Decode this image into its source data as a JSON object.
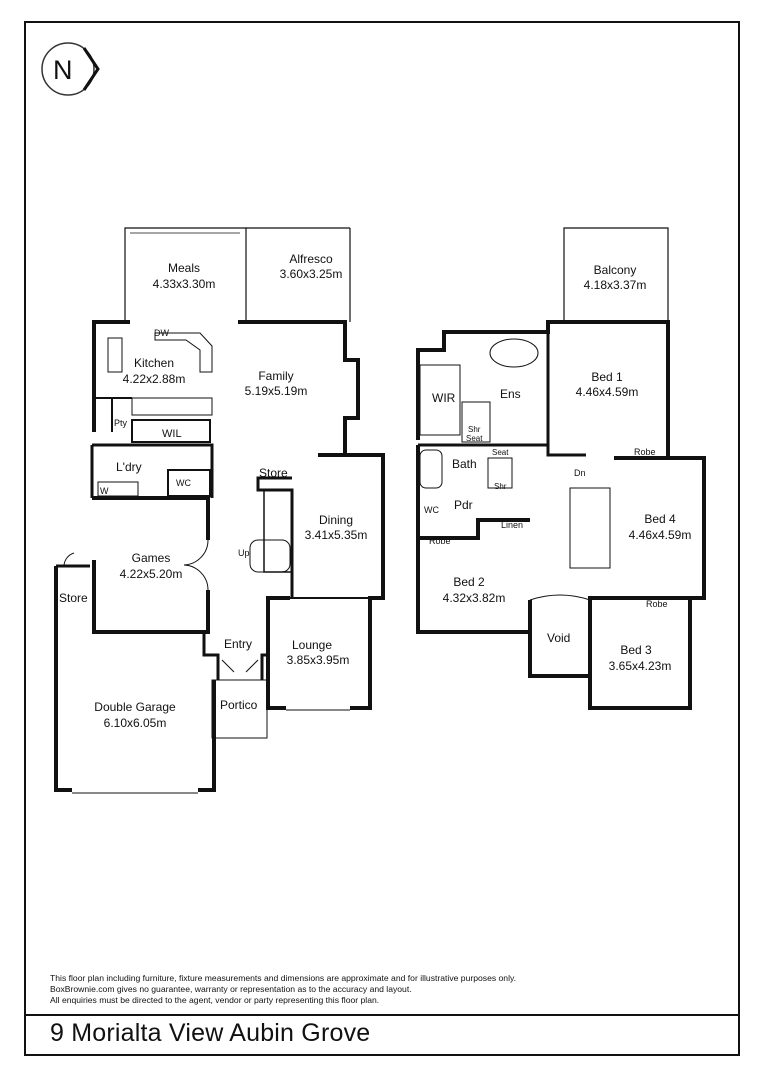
{
  "compass": {
    "letter": "N"
  },
  "rooms": {
    "meals": {
      "name": "Meals",
      "dims": "4.33x3.30m"
    },
    "alfresco": {
      "name": "Alfresco",
      "dims": "3.60x3.25m"
    },
    "kitchen": {
      "name": "Kitchen",
      "dims": "4.22x2.88m"
    },
    "family": {
      "name": "Family",
      "dims": "5.19x5.19m"
    },
    "dining": {
      "name": "Dining",
      "dims": "3.41x5.35m"
    },
    "games": {
      "name": "Games",
      "dims": "4.22x5.20m"
    },
    "lounge": {
      "name": "Lounge",
      "dims": "3.85x3.95m"
    },
    "garage": {
      "name": "Double  Garage",
      "dims": "6.10x6.05m"
    },
    "balcony": {
      "name": "Balcony",
      "dims": "4.18x3.37m"
    },
    "bed1": {
      "name": "Bed 1",
      "dims": "4.46x4.59m"
    },
    "bed2": {
      "name": "Bed 2",
      "dims": "4.32x3.82m"
    },
    "bed3": {
      "name": "Bed 3",
      "dims": "3.65x4.23m"
    },
    "bed4": {
      "name": "Bed 4",
      "dims": "4.46x4.59m"
    }
  },
  "small_labels": {
    "dw": "DW",
    "pty": "Pty",
    "wil": "WIL",
    "ldry": "L'dry",
    "wc_ground": "WC",
    "w": "W",
    "store_stair": "Store",
    "up": "Up",
    "store_garage": "Store",
    "entry": "Entry",
    "portico": "Portico",
    "wir": "WIR",
    "ens": "Ens",
    "shr_ens": "Shr",
    "seat_ens": "Seat",
    "bath": "Bath",
    "seat_bath": "Seat",
    "shr_bath": "Shr",
    "pdr": "Pdr",
    "wc_upper": "WC",
    "linen": "Linen",
    "robe_bed2": "Robe",
    "robe_bed4": "Robe",
    "robe_bed3": "Robe",
    "dn": "Dn",
    "void": "Void"
  },
  "disclaimer": [
    "This floor plan including furniture, fixture measurements and dimensions are approximate and for illustrative purposes only.",
    "BoxBrownie.com gives no guarantee, warranty or representation as to the accuracy and layout.",
    "All enquiries must be directed to the agent, vendor or party representing this floor plan."
  ],
  "address": "9 Morialta View Aubin Grove"
}
